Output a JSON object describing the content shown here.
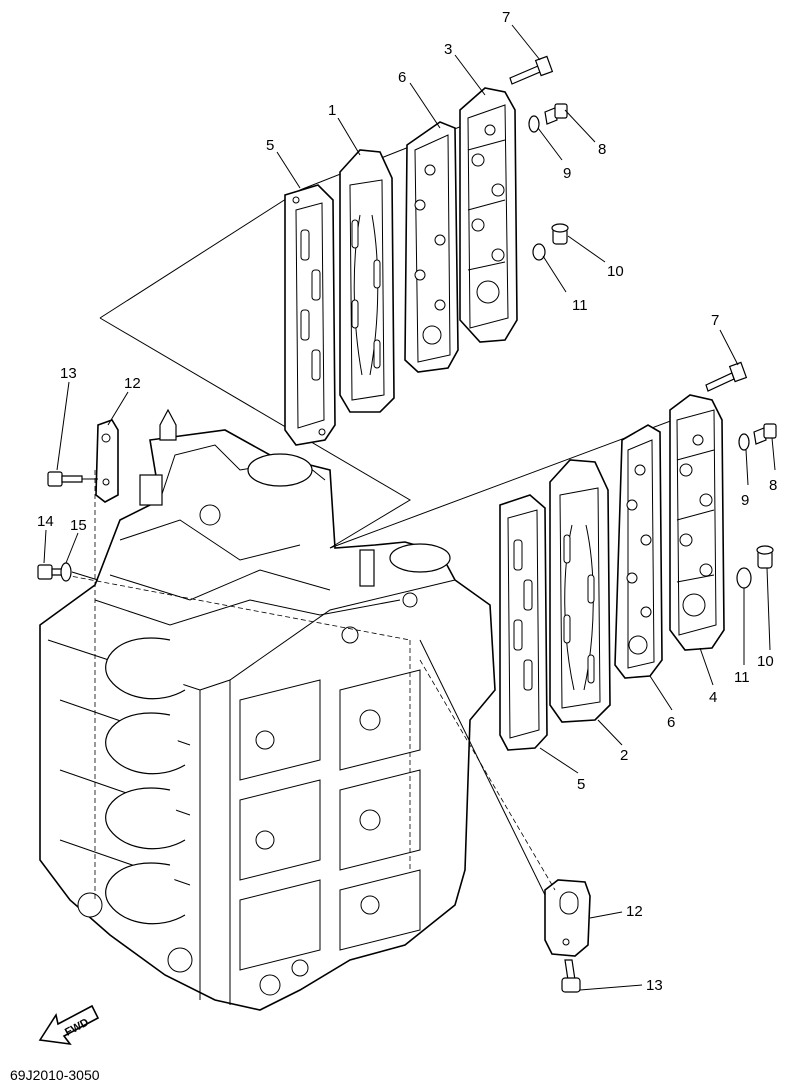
{
  "diagram": {
    "drawing_code": "69J2010-3050",
    "fwd_label": "FWD",
    "callouts": {
      "upper_7": "7",
      "upper_3": "3",
      "upper_6": "6",
      "upper_1": "1",
      "upper_5": "5",
      "upper_8": "8",
      "upper_9": "9",
      "upper_10": "10",
      "upper_11": "11",
      "left_13": "13",
      "left_12": "12",
      "left_14": "14",
      "left_15": "15",
      "lower_7": "7",
      "lower_8": "8",
      "lower_9": "9",
      "lower_10": "10",
      "lower_11": "11",
      "lower_4": "4",
      "lower_6": "6",
      "lower_2": "2",
      "lower_5": "5",
      "bottom_12": "12",
      "bottom_13": "13"
    }
  }
}
